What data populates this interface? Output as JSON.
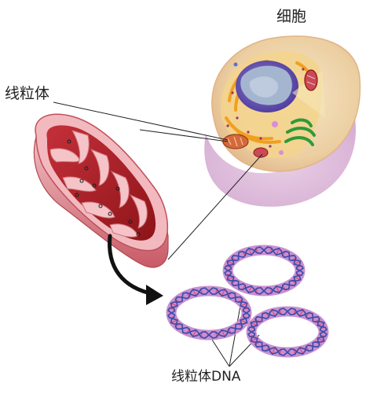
{
  "labels": {
    "cell": "细胞",
    "mitochondrion": "线粒体",
    "mitochondrial_dna": "线粒体DNA"
  },
  "colors": {
    "cell_membrane": "#eed7b0",
    "cell_shadow": "#ddb8d8",
    "nucleus": "#6c56b8",
    "nucleolus": "#9fb0c8",
    "er": "#f0a020",
    "golgi": "#2f9a3a",
    "mito_outer": "#d9707a",
    "mito_inner": "#b01c22",
    "dna_ring": "#c98fd0",
    "dna_strand": "#3a4aa8",
    "dna_rung": "#e24a6a",
    "leader_line": "#222222"
  }
}
